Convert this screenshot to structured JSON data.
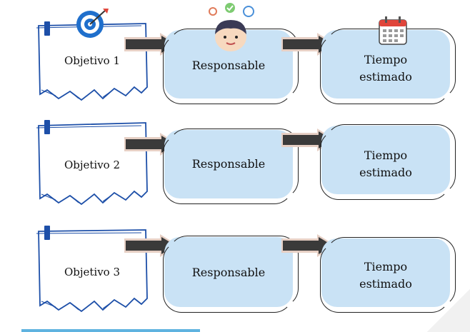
{
  "rows": [
    {
      "objective": "Objetivo 1",
      "responsible": "Responsable",
      "time": [
        "Tiempo",
        "estimado"
      ]
    },
    {
      "objective": "Objetivo 2",
      "responsible": "Responsable",
      "time": [
        "Tiempo",
        "estimado"
      ]
    },
    {
      "objective": "Objetivo 3",
      "responsible": "Responsable",
      "time": [
        "Tiempo",
        "estimado"
      ]
    }
  ],
  "icons": [
    "target-icon",
    "person-thinking-icon",
    "calendar-icon"
  ],
  "colors": {
    "box_fill": "#c9e2f5",
    "note_border": "#1d4fa8",
    "arrow": "#3a3a3a",
    "arrow_shadow": "#e6cfc4",
    "accent_bar": "#5fb3e0"
  }
}
